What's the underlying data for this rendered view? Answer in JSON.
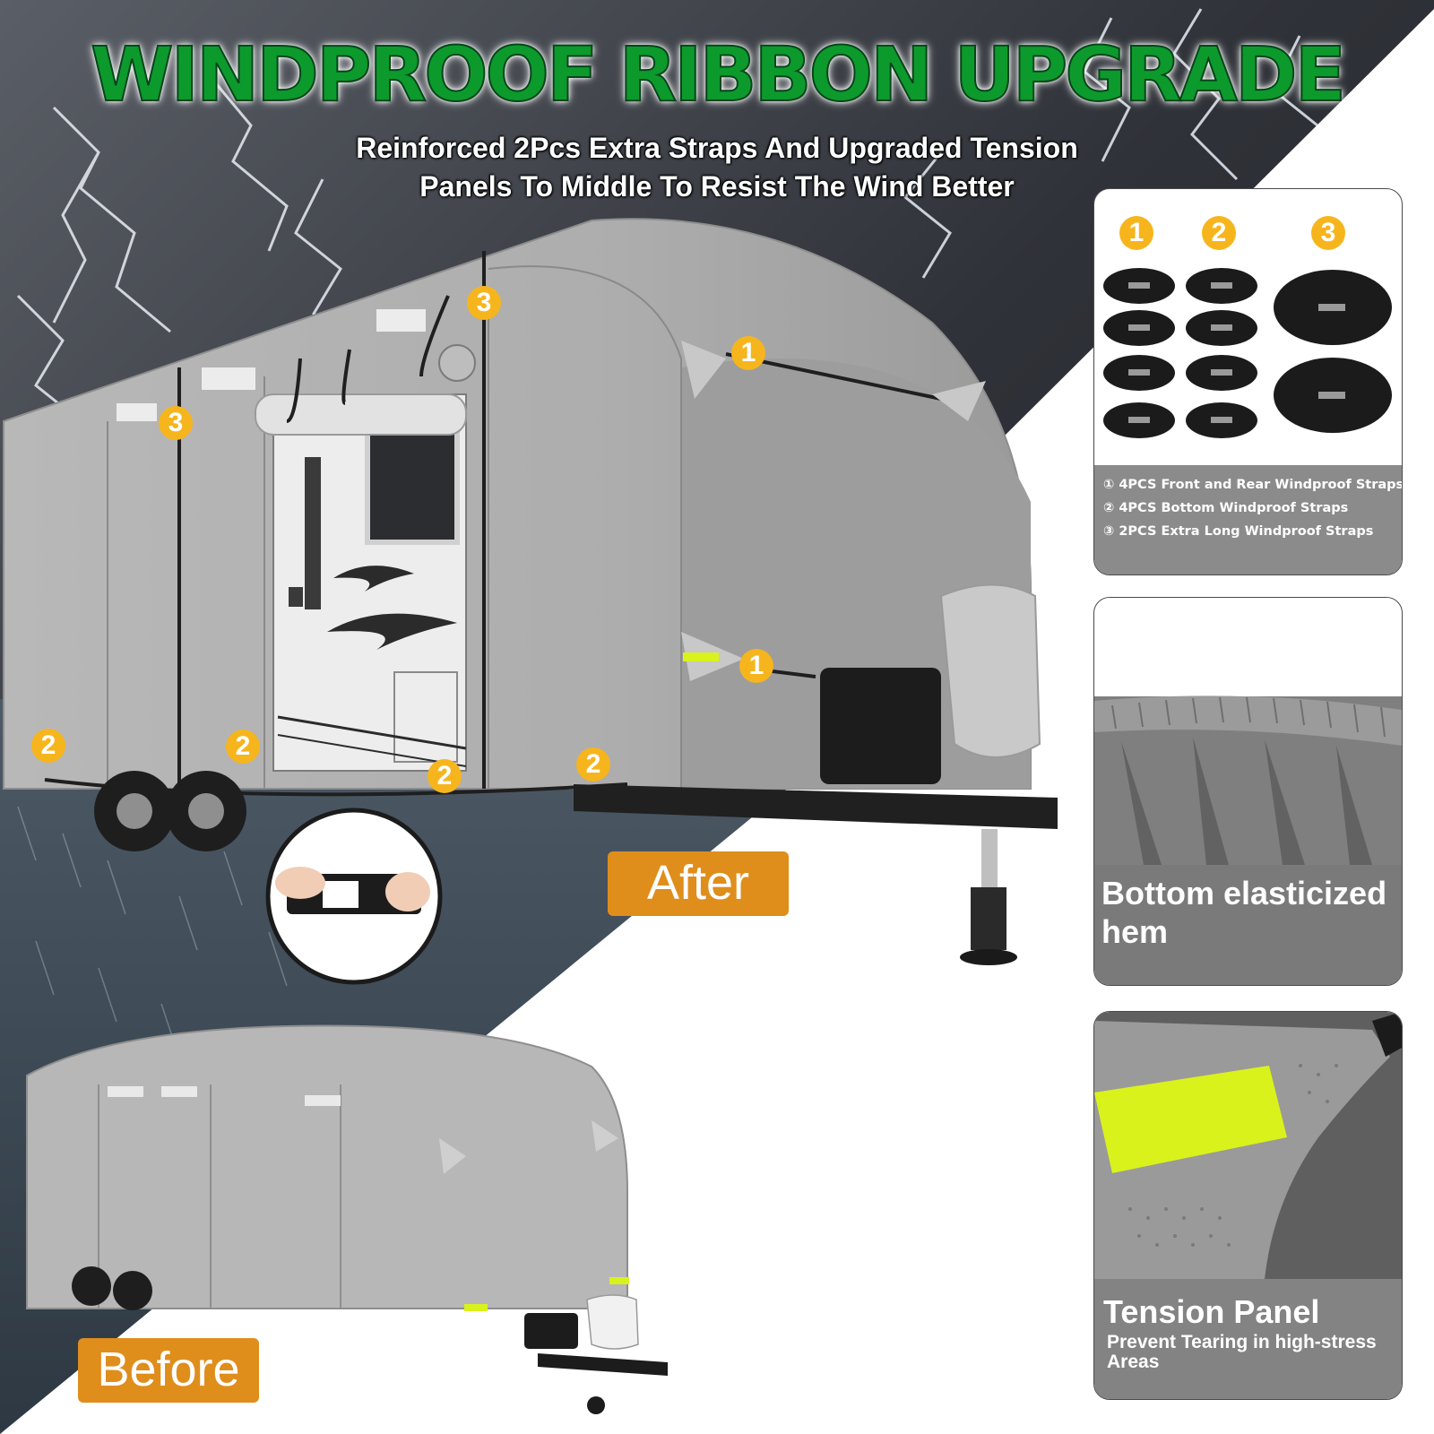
{
  "headline": "WINDPROOF RIBBON UPGRADE",
  "subtitle": {
    "line1": "Reinforced 2Pcs Extra Straps And Upgraded Tension",
    "line2": "Panels To Middle To Resist The Wind Better"
  },
  "callout_numbers": {
    "front_rear": "1",
    "bottom": "2",
    "extra_long": "3"
  },
  "labels": {
    "after": "After",
    "before": "Before"
  },
  "straps_panel": {
    "headers": [
      "1",
      "2",
      "3"
    ],
    "captions": [
      "① 4PCS Front and Rear Windproof Straps",
      "② 4PCS Bottom Windproof Straps",
      "③  2PCS Extra Long Windproof Straps"
    ]
  },
  "hem_panel": {
    "caption": "Bottom elasticized hem"
  },
  "tension_panel": {
    "title": "Tension Panel",
    "subtitle": "Prevent Tearing in high-stress Areas"
  },
  "colors": {
    "headline_green": "#0c9a2c",
    "badge_yellow": "#f7b51d",
    "tag_orange": "#df8e1c",
    "cover_gray": "#a8a8a8",
    "reflective_yellow": "#d9f21c"
  }
}
